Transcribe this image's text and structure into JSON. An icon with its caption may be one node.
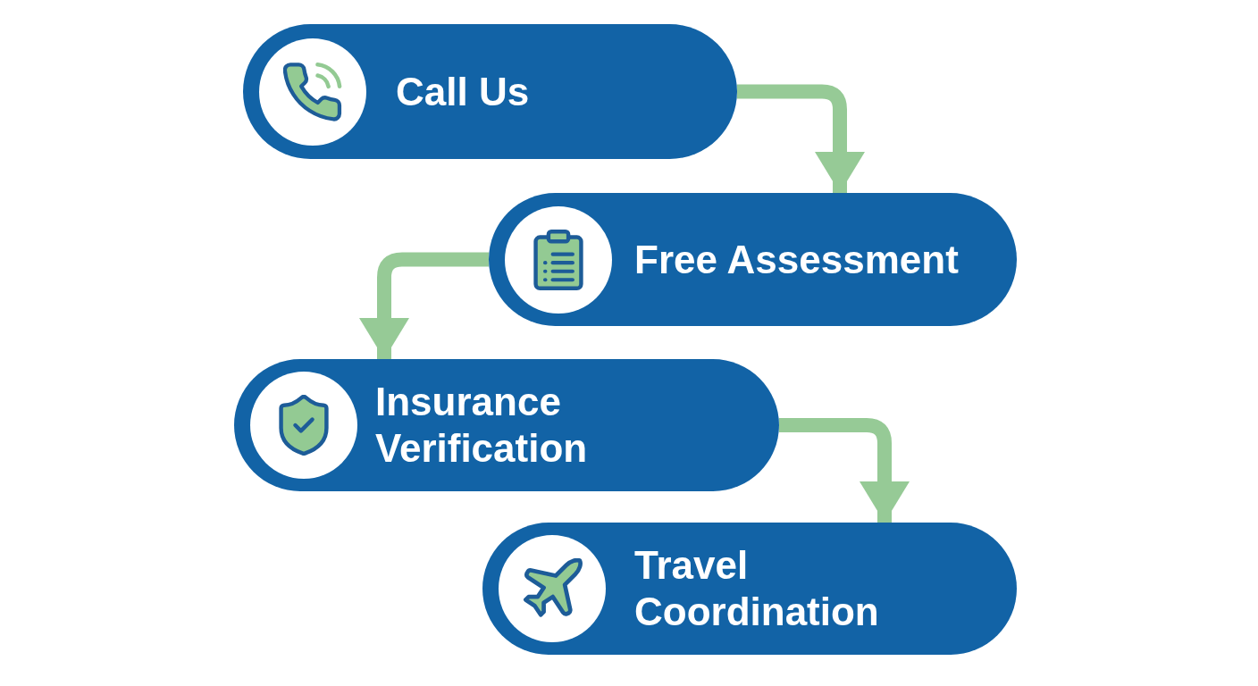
{
  "diagram": {
    "nodes": [
      {
        "text": [
          "Call Us"
        ]
      },
      {
        "text": [
          "Free Assessment"
        ]
      },
      {
        "text": [
          "Insurance Verification"
        ]
      },
      {
        "text": [
          "Travel Coordination"
        ]
      }
    ],
    "edges": [
      {
        "from": 0,
        "to": 1,
        "arrow": "to"
      },
      {
        "from": 1,
        "to": 2,
        "arrow": "to"
      },
      {
        "from": 2,
        "to": 3,
        "arrow": "to"
      }
    ]
  }
}
